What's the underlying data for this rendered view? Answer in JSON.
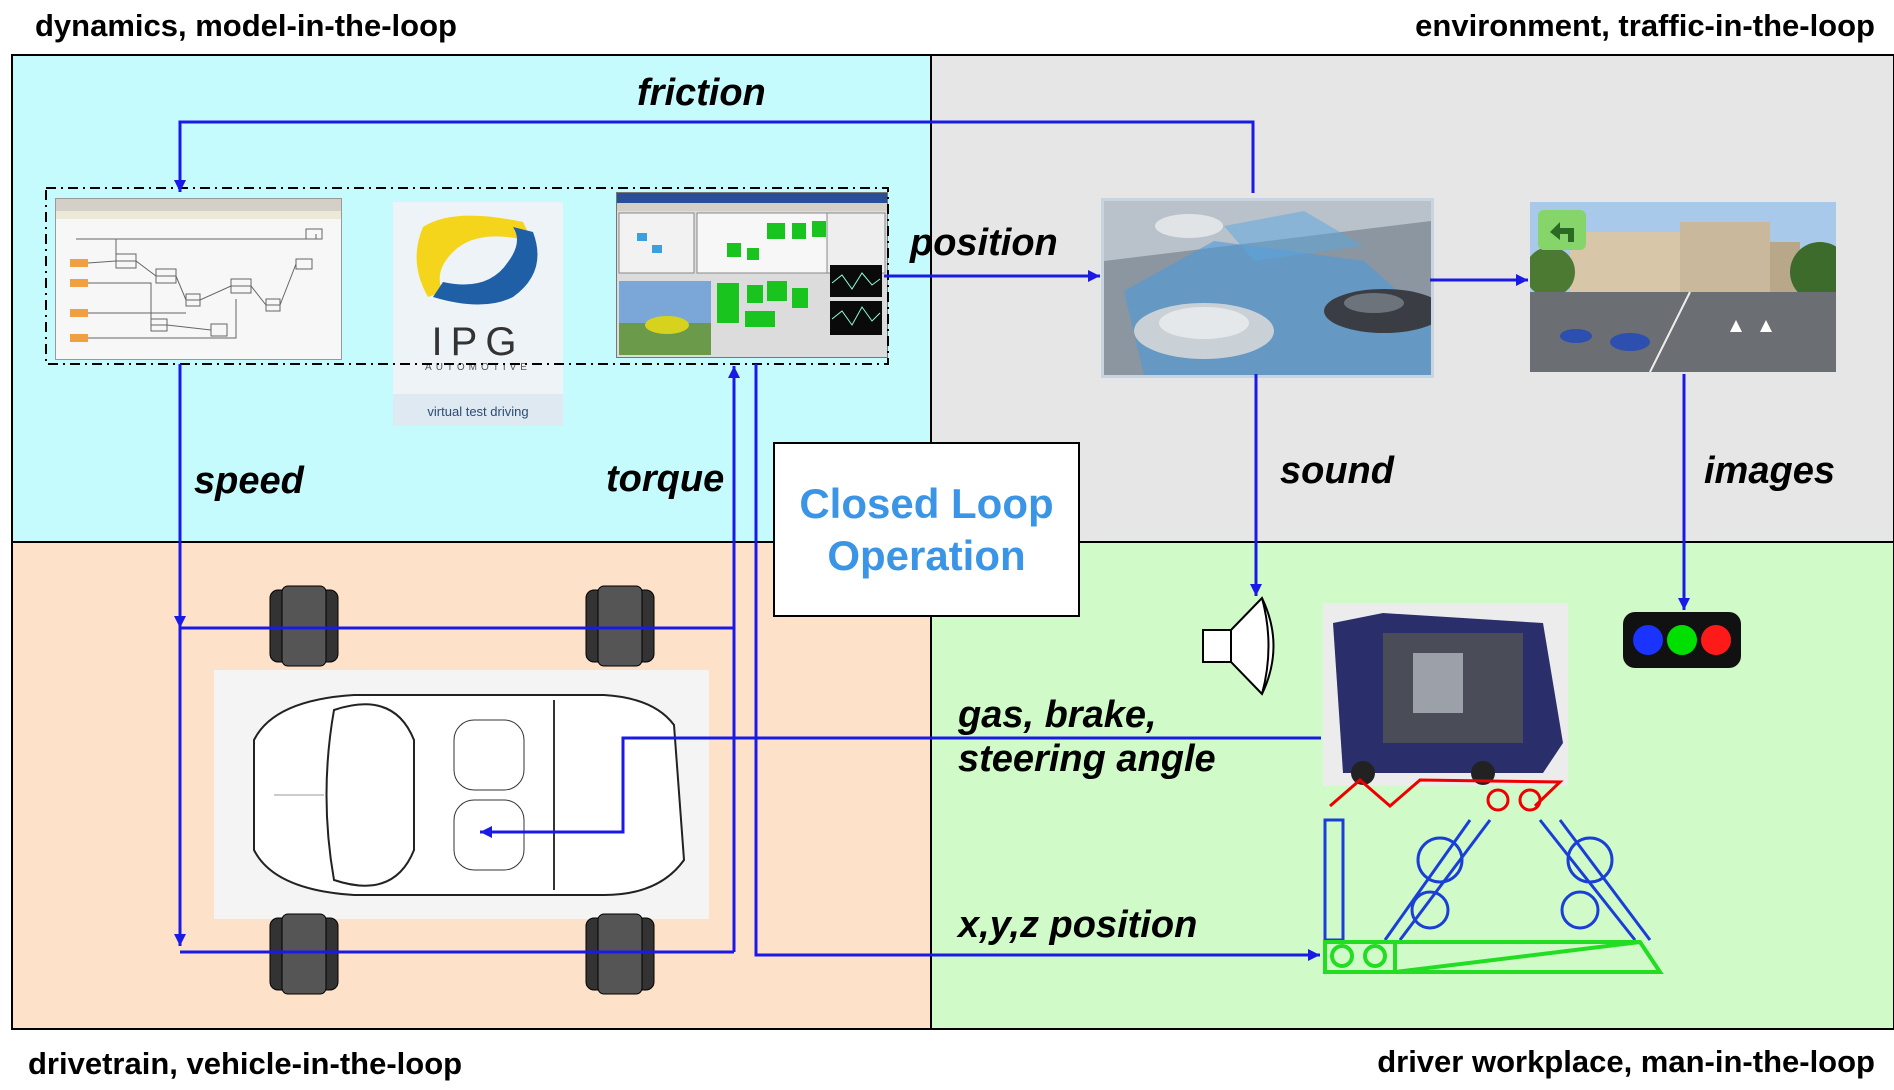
{
  "corners": {
    "top_left": "dynamics, model-in-the-loop",
    "top_right": "environment, traffic-in-the-loop",
    "bottom_left": "drivetrain, vehicle-in-the-loop",
    "bottom_right": "driver workplace, man-in-the-loop"
  },
  "quadrant_colors": {
    "dynamics": "#c6fbfd",
    "environment": "#e6e6e6",
    "drivetrain": "#fde1c9",
    "driver": "#d0fbc9"
  },
  "signals": {
    "friction": "friction",
    "position": "position",
    "speed": "speed",
    "torque": "torque",
    "sound": "sound",
    "images": "images",
    "gas_brake_line1": "gas, brake,",
    "gas_brake_line2": "steering angle",
    "xyz_position": "x,y,z position"
  },
  "center": {
    "line1": "Closed Loop",
    "line2": "Operation"
  },
  "ipg_logo": {
    "wordmark": "IPG",
    "subline": "AUTOMOTIVE",
    "tagline": "virtual test driving"
  },
  "arrow_color": "#1a1ae6"
}
